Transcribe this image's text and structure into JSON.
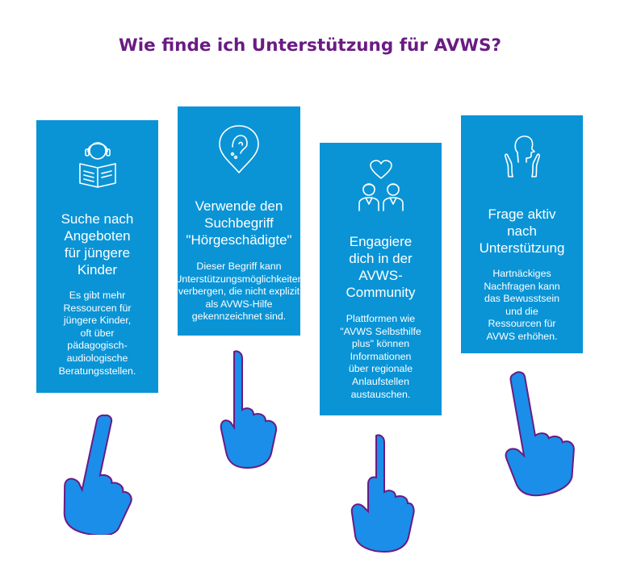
{
  "title": "Wie finde ich Unterstützung für AVWS?",
  "colors": {
    "title": "#6a1b83",
    "card": "#0a94d6",
    "hand": "#1a8ee8",
    "hand_outline": "#6a1b83"
  },
  "cards": [
    {
      "icon": "child-reading-headphones-icon",
      "heading": "Suche nach\nAngeboten\nfür jüngere\nKinder",
      "body": "Es gibt mehr\nRessourcen für\njüngere Kinder,\noft über\npädagogisch-\naudiologische\nBeratungsstellen."
    },
    {
      "icon": "hearing-aid-ear-icon",
      "heading": "Verwende den\nSuchbegriff\n\"Hörgeschädigte\"",
      "body": "Dieser Begriff kann\nUnterstützungsmöglichkeiten\nverbergen, die nicht explizit\nals AVWS-Hilfe\ngekennzeichnet sind."
    },
    {
      "icon": "community-heart-icon",
      "heading": "Engagiere\ndich in der\nAVWS-\nCommunity",
      "body": "Plattformen wie\n\"AVWS Selbsthilfe\nplus\" können\nInformationen\nüber regionale\nAnlaufstellen\naustauschen."
    },
    {
      "icon": "person-raised-hands-icon",
      "heading": "Frage aktiv\nnach\nUnterstützung",
      "body": "Hartnäckiges\nNachfragen kann\ndas Bewusstsein\nund die\nRessourcen für\nAVWS erhöhen."
    }
  ],
  "hands": [
    "pointing-hand-icon",
    "pointing-hand-icon",
    "pointing-hand-icon",
    "pointing-hand-icon"
  ]
}
